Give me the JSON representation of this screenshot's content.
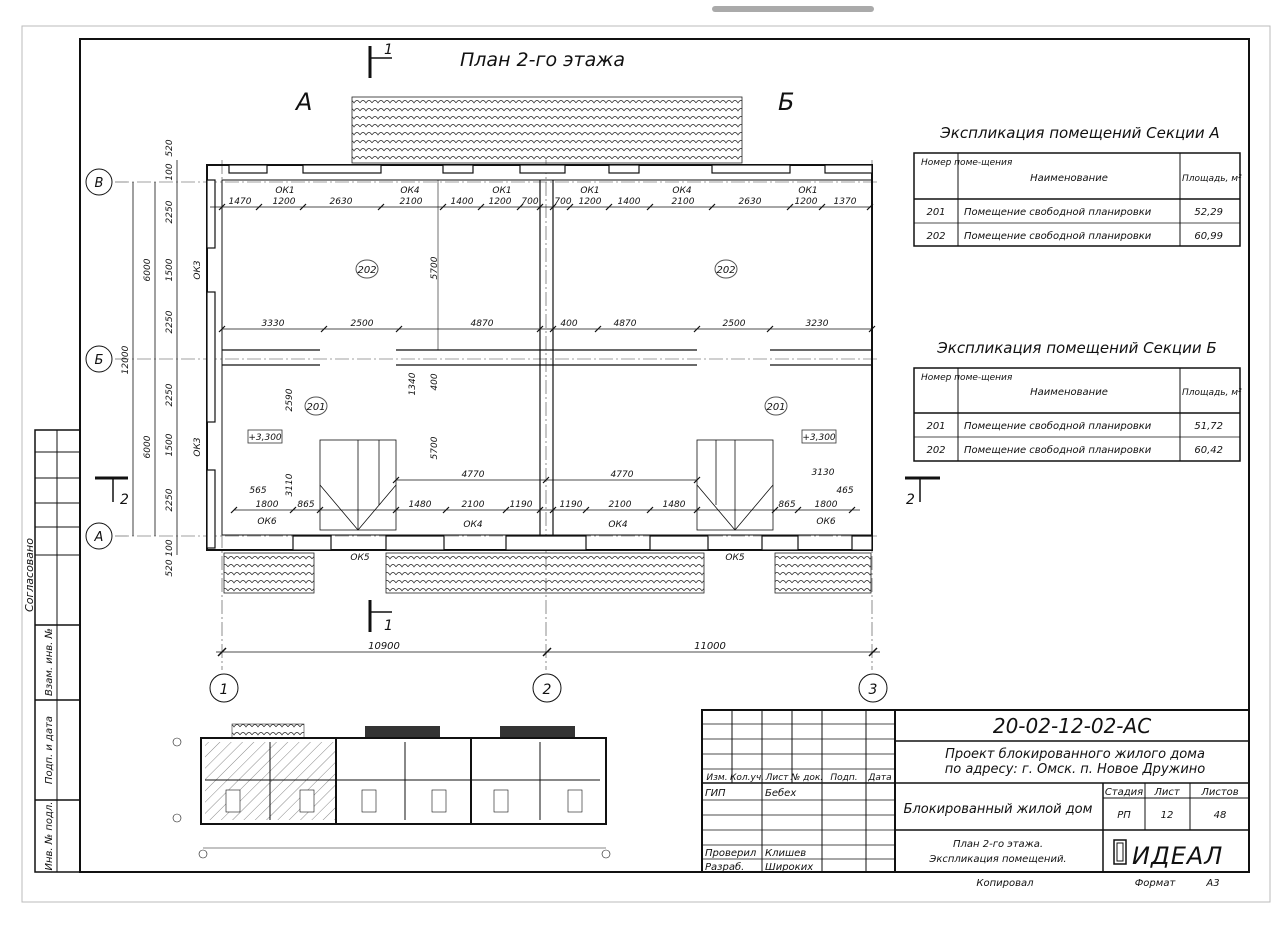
{
  "sheet": {
    "plan_title": "План 2-го этажа",
    "sections": [
      "А",
      "Б"
    ],
    "cut_marks": [
      "1",
      "1",
      "2",
      "2"
    ],
    "axes_letters": [
      "В",
      "Б",
      "А"
    ],
    "axes_numbers": [
      "1",
      "2",
      "3"
    ],
    "side_labels": [
      "Согласовано",
      "Взам. инв. №",
      "Подп. и дата",
      "Инв. № подл."
    ]
  },
  "dims": {
    "top_rows": [
      [
        "1470",
        "1200",
        "2630",
        "2100",
        "1400",
        "1200",
        "700",
        "700",
        "1200",
        "1400",
        "2100",
        "2630",
        "1200",
        "1370"
      ]
    ],
    "openings_top": [
      "ОК1",
      "ОК4",
      "ОК1",
      "ОК1",
      "ОК4",
      "ОК1"
    ],
    "mid_row": [
      "3330",
      "2500",
      "4870",
      "400",
      "4870",
      "2500",
      "3230"
    ],
    "stair_row": [
      "4770",
      "4770"
    ],
    "bottom_row": [
      "1800",
      "865",
      "1480",
      "2100",
      "1190",
      "1190",
      "2100",
      "1480",
      "865",
      "1800"
    ],
    "misc": [
      "565",
      "3110",
      "2590",
      "1340",
      "400",
      "5700",
      "5700",
      "3130",
      "465"
    ],
    "openings_bottom": [
      "ОК6",
      "ОК4",
      "ОК4",
      "ОК6",
      "ОК5",
      "ОК5"
    ],
    "left_vert": [
      "520",
      "100",
      "2250",
      "1500",
      "2250",
      "2250",
      "1500",
      "2250",
      "100",
      "520",
      "6000",
      "6000",
      "12000"
    ],
    "left_openings": [
      "ОК3",
      "ОК3"
    ],
    "overall": [
      "10900",
      "11000"
    ],
    "rooms": [
      "202",
      "202",
      "201",
      "201"
    ],
    "levels": [
      "+3,300",
      "+3,300"
    ]
  },
  "explication_a": {
    "title": "Экспликация помещений Секции А",
    "headers": [
      "Номер поме-щения",
      "Наименование",
      "Площадь, м²"
    ],
    "rows": [
      [
        "201",
        "Помещение свободной планировки",
        "52,29"
      ],
      [
        "202",
        "Помещение свободной планировки",
        "60,99"
      ]
    ]
  },
  "explication_b": {
    "title": "Экспликация помещений Секции Б",
    "headers": [
      "Номер поме-щения",
      "Наименование",
      "Площадь, м²"
    ],
    "rows": [
      [
        "201",
        "Помещение свободной планировки",
        "51,72"
      ],
      [
        "202",
        "Помещение свободной планировки",
        "60,42"
      ]
    ]
  },
  "stamp": {
    "code": "20-02-12-02-АС",
    "project": [
      "Проект блокированного жилого дома",
      "по адресу: г. Омск. п. Новое Дружино"
    ],
    "building": "Блокированный жилой дом",
    "sheet_desc": [
      "План 2-го этажа.",
      "Экспликация помещений."
    ],
    "col_headers": [
      "Изм.",
      "Кол.уч.",
      "Лист",
      "№ док.",
      "Подп.",
      "Дата"
    ],
    "roles": [
      [
        "ГИП",
        "Бебех"
      ],
      [
        "Проверил",
        "Клишев"
      ],
      [
        "Разраб.",
        "Широких"
      ]
    ],
    "stage_headers": [
      "Стадия",
      "Лист",
      "Листов"
    ],
    "stage_values": [
      "РП",
      "12",
      "48"
    ],
    "logo": "ИДЕАЛ",
    "copied": "Копировал",
    "format_label": "Формат",
    "format_value": "А3"
  }
}
